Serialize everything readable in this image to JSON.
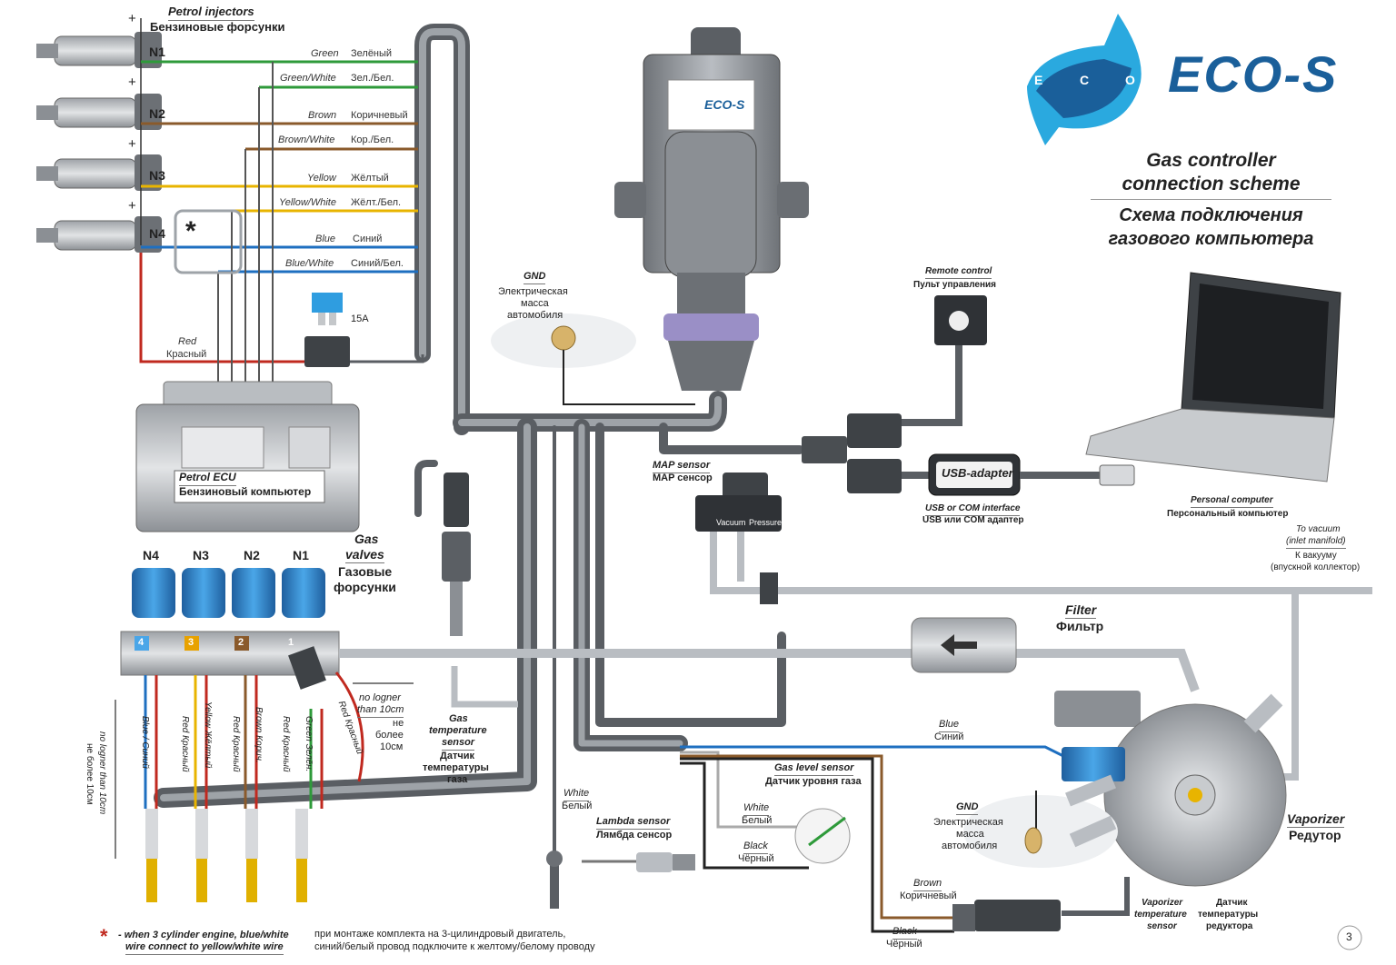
{
  "brand": {
    "name": "ECO-S",
    "ecu_logo": "ECO-S",
    "logo_letters": [
      "E",
      "C",
      "O"
    ],
    "colors": {
      "primary": "#1a5f9a",
      "light": "#2aa9df"
    }
  },
  "title": {
    "en_line1": "Gas controller",
    "en_line2": "connection scheme",
    "ru_line1": "Схема подключения",
    "ru_line2": "газового компьютера"
  },
  "injectors": {
    "title_en": "Petrol injectors",
    "title_ru": "Бензиновые форсунки",
    "items": [
      {
        "label": "N1"
      },
      {
        "label": "N2"
      },
      {
        "label": "N3"
      },
      {
        "label": "N4"
      }
    ],
    "plus": "+",
    "asterisk": "*"
  },
  "wires": [
    {
      "en": "Green",
      "ru": "Зелёный",
      "color": "#2e9a3a"
    },
    {
      "en": "Green/White",
      "ru": "Зел./Бел.",
      "color": "#2e9a3a"
    },
    {
      "en": "Brown",
      "ru": "Коричневый",
      "color": "#8a5a2b"
    },
    {
      "en": "Brown/White",
      "ru": "Кор./Бел.",
      "color": "#8a5a2b"
    },
    {
      "en": "Yellow",
      "ru": "Жёлтый",
      "color": "#e8b400"
    },
    {
      "en": "Yellow/White",
      "ru": "Жёлт./Бел.",
      "color": "#e8b400"
    },
    {
      "en": "Blue",
      "ru": "Синий",
      "color": "#1e6fc0"
    },
    {
      "en": "Blue/White",
      "ru": "Синий/Бел.",
      "color": "#1e6fc0"
    }
  ],
  "fuse": {
    "label": "15A"
  },
  "red_wire": {
    "en": "Red",
    "ru": "Красный",
    "color": "#c0291f"
  },
  "ecu": {
    "en": "Petrol ECU",
    "ru": "Бензиновый компьютер"
  },
  "gnd_top": {
    "en": "GND",
    "ru_1": "Электрическая",
    "ru_2": "масса",
    "ru_3": "автомобиля"
  },
  "remote": {
    "en": "Remote control",
    "ru": "Пульт управления"
  },
  "map_sensor": {
    "en": "MAP sensor",
    "ru": "MAP сенсор",
    "port_1": "Vacuum",
    "port_2": "Pressure"
  },
  "usb": {
    "device": "USB-adapter",
    "en": "USB or COM interface",
    "ru": "USB или COM адаптер"
  },
  "pc": {
    "en": "Personal computer",
    "ru": "Персональный компьютер"
  },
  "vacuum": {
    "en_1": "To vacuum",
    "en_2": "(inlet manifold)",
    "ru_1": "К вакууму",
    "ru_2": "(впускной коллектор)"
  },
  "gas_valves": {
    "en_1": "Gas",
    "en_2": "valves",
    "ru_1": "Газовые",
    "ru_2": "форсунки",
    "items": [
      {
        "label": "N4",
        "num": "4"
      },
      {
        "label": "N3",
        "num": "3"
      },
      {
        "label": "N2",
        "num": "2"
      },
      {
        "label": "N1",
        "num": "1"
      }
    ]
  },
  "valve_wires": [
    {
      "a": "Blue",
      "b": "Синий"
    },
    {
      "a": "Red",
      "b": "Красный"
    },
    {
      "a": "Yellow",
      "b": "Жёлтый"
    },
    {
      "a": "Red",
      "b": "Красный"
    },
    {
      "a": "Brown",
      "b": "Корич."
    },
    {
      "a": "Red",
      "b": "Красный"
    },
    {
      "a": "Green",
      "b": "Зелён."
    },
    {
      "a": "Red",
      "b": "Красный"
    }
  ],
  "distance_small": {
    "en_1": "no logner",
    "en_2": "than 10cm",
    "ru_1": "не",
    "ru_2": "более",
    "ru_3": "10см"
  },
  "distance_big": {
    "en_1": "no logner than 10cm",
    "ru": "не более 10см"
  },
  "gas_temp": {
    "en_1": "Gas",
    "en_2": "temperature",
    "en_3": "sensor",
    "ru_1": "Датчик",
    "ru_2": "температуры",
    "ru_3": "газа"
  },
  "filter": {
    "en": "Filter",
    "ru": "Фильтр"
  },
  "white_wire": {
    "en": "White",
    "ru": "Белый"
  },
  "lambda": {
    "en": "Lambda sensor",
    "ru": "Лямбда сенсор"
  },
  "gas_level": {
    "en": "Gas level sensor",
    "ru": "Датчик уровня газа",
    "white_en": "White",
    "white_ru": "Белый",
    "black_en": "Black",
    "black_ru": "Чёрный"
  },
  "blue_wire": {
    "en": "Blue",
    "ru": "Синий"
  },
  "gnd_bottom": {
    "en": "GND",
    "ru_1": "Электрическая",
    "ru_2": "масса",
    "ru_3": "автомобиля"
  },
  "brown_wire": {
    "en": "Brown",
    "ru": "Коричневый"
  },
  "black_wire": {
    "en": "Black",
    "ru": "Чёрный"
  },
  "vaporizer": {
    "en": "Vaporizer",
    "ru": "Редутор"
  },
  "vap_temp": {
    "en_1": "Vaporizer",
    "en_2": "temperature",
    "en_3": "sensor",
    "ru_1": "Датчик",
    "ru_2": "температуры",
    "ru_3": "редуктора"
  },
  "footnote": {
    "star": "*",
    "en_1": "- when 3 cylinder engine, blue/white",
    "en_2": "wire connect to yellow/white wire",
    "ru_1": "при монтаже комплекта на 3-цилиндровый двигатель,",
    "ru_2": "синий/белый провод подключите к желтому/белому проводу"
  },
  "page_number": "3"
}
